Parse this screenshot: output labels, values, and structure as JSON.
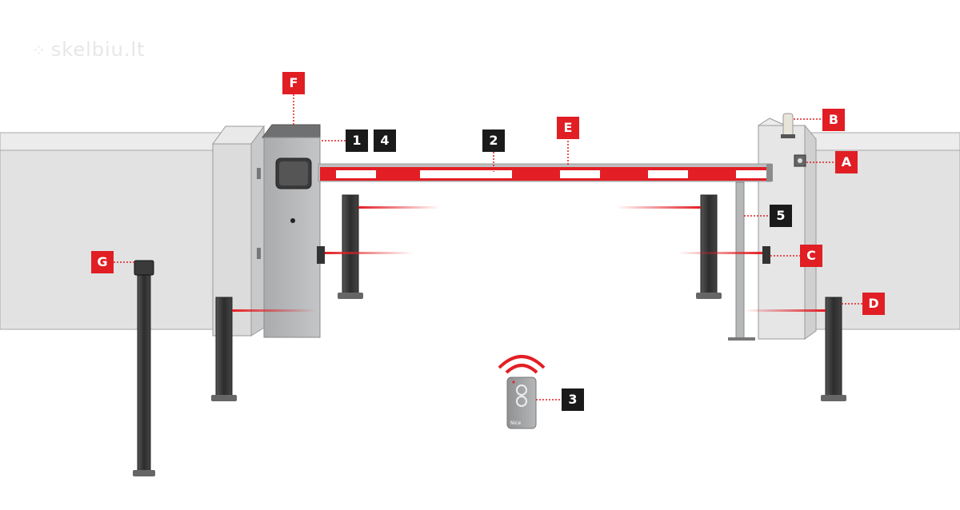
{
  "watermark": {
    "text": "skelbiu.lt"
  },
  "labels": {
    "F": "F",
    "one": "1",
    "four": "4",
    "two": "2",
    "E": "E",
    "B": "B",
    "A": "A",
    "five": "5",
    "C": "C",
    "D": "D",
    "G": "G",
    "three": "3"
  },
  "remote": {
    "brand": "Nice"
  },
  "colors": {
    "red_tag": "#e01e24",
    "black_tag": "#1a1a1a",
    "wall": "#e2e2e2",
    "wall_edge": "#9a9a9a",
    "cabinet": "#b7b9bb",
    "post": "#3a3a3a",
    "beam_red": "#e31e24"
  }
}
